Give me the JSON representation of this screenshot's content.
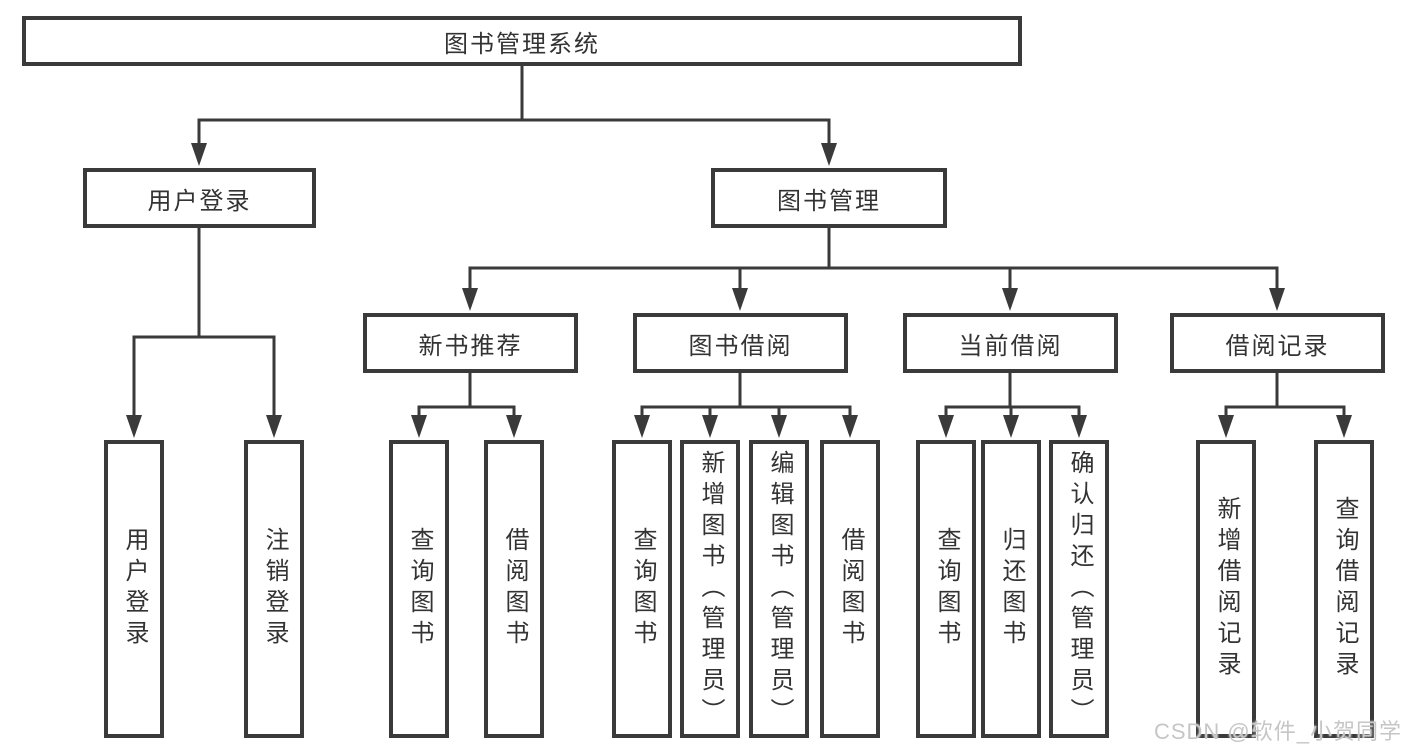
{
  "tree": {
    "root": "图书管理系统",
    "user_branch": {
      "label": "用户登录",
      "leaves": [
        "用户登录",
        "注销登录"
      ]
    },
    "book_branch": {
      "label": "图书管理",
      "groups": [
        {
          "label": "新书推荐",
          "leaves": [
            "查询图书",
            "借阅图书"
          ]
        },
        {
          "label": "图书借阅",
          "leaves": [
            "查询图书",
            "新增图书（管理员）",
            "编辑图书（管理员）",
            "借阅图书"
          ]
        },
        {
          "label": "当前借阅",
          "leaves": [
            "查询图书",
            "归还图书",
            "确认归还（管理员）"
          ]
        },
        {
          "label": "借阅记录",
          "leaves": [
            "新增借阅记录",
            "查询借阅记录"
          ]
        }
      ]
    }
  },
  "watermark": {
    "text": "CSDN @软件_小贺同学",
    "color": "#c6c6c6"
  },
  "colors": {
    "line": "#3a3a3a",
    "box_border": "#3a3a3a",
    "text": "#333333",
    "background": "#ffffff"
  }
}
